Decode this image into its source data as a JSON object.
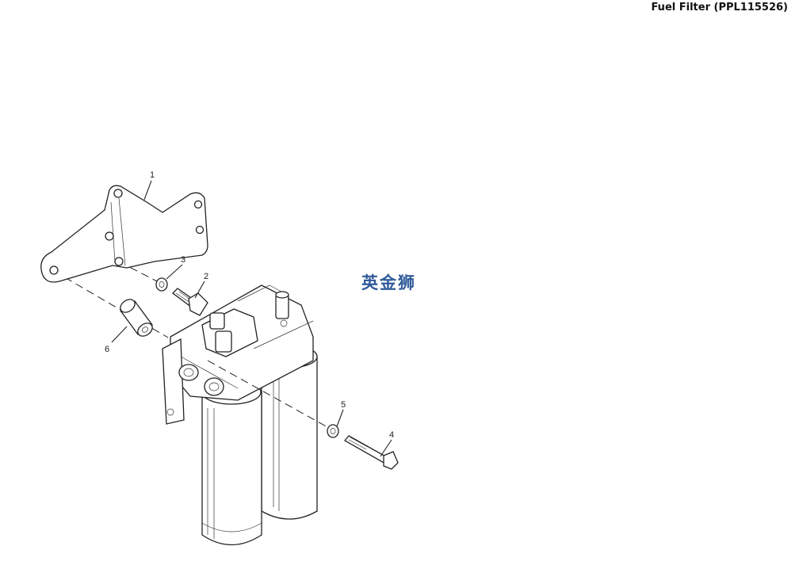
{
  "title": "Fuel Filter (PPL115526)",
  "watermark": "英金狮",
  "watermark_color": "#2f5a9a",
  "callouts": [
    "1",
    "2",
    "3",
    "4",
    "5",
    "6"
  ]
}
